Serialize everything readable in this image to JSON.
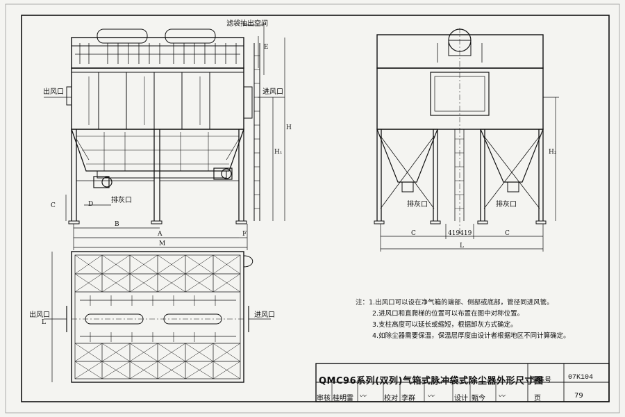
{
  "labels": {
    "bag_extraction_space": "滤袋抽出空间",
    "outlet_left": "出风口",
    "inlet_right": "进风口",
    "ash_outlet_left": "排灰口",
    "ash_outlet_side_1": "排灰口",
    "ash_outlet_side_2": "排灰口",
    "plan_outlet": "出风口",
    "plan_inlet": "进风口"
  },
  "dimensions": {
    "E": "E",
    "H": "H",
    "H1": "H₁",
    "H2": "H₂",
    "C_left": "C",
    "D": "D",
    "B": "B",
    "A": "A",
    "F": "F",
    "M": "M",
    "L_plan": "L",
    "C_side_left": "C",
    "C_side_right": "C",
    "center_gap": "419419",
    "L_side": "L"
  },
  "notes": [
    "注：1.出风口可以设在净气箱的端部、侧部或底部，管径同进风管。",
    "2.进风口和直爬梯的位置可以布置在图中对称位置。",
    "3.支柱高度可以延长或缩短，根据卸灰方式确定。",
    "4.如除尘器需要保温，保温层厚度由设计者根据地区不同计算确定。"
  ],
  "title_block": {
    "title": "QMC96系列(双列)气箱式脉冲袋式除尘器外形尺寸图",
    "atlas_label": "图集号",
    "atlas_number": "07K104",
    "page_label": "页",
    "page_number": "79",
    "review_label": "审核",
    "reviewer": "桂明雷",
    "check_label": "校对",
    "checker": "李群",
    "design_label": "设计",
    "designer": "甄今"
  }
}
